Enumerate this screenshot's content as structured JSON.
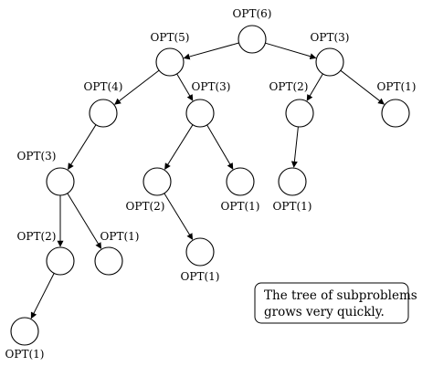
{
  "diagram": {
    "nodes": [
      {
        "id": "n6",
        "label": "OPT(6)"
      },
      {
        "id": "n5",
        "label": "OPT(5)"
      },
      {
        "id": "n3a",
        "label": "OPT(3)"
      },
      {
        "id": "n4",
        "label": "OPT(4)"
      },
      {
        "id": "n3b",
        "label": "OPT(3)"
      },
      {
        "id": "n2a",
        "label": "OPT(2)"
      },
      {
        "id": "n1a",
        "label": "OPT(1)"
      },
      {
        "id": "n3c",
        "label": "OPT(3)"
      },
      {
        "id": "n2b",
        "label": "OPT(2)"
      },
      {
        "id": "n1b",
        "label": "OPT(1)"
      },
      {
        "id": "n1c",
        "label": "OPT(1)"
      },
      {
        "id": "n2c",
        "label": "OPT(2)"
      },
      {
        "id": "n1d",
        "label": "OPT(1)"
      },
      {
        "id": "n1e",
        "label": "OPT(1)"
      },
      {
        "id": "n1f",
        "label": "OPT(1)"
      }
    ],
    "edges": [
      [
        "n6",
        "n5"
      ],
      [
        "n6",
        "n3a"
      ],
      [
        "n5",
        "n4"
      ],
      [
        "n5",
        "n3b"
      ],
      [
        "n3a",
        "n2a"
      ],
      [
        "n3a",
        "n1a"
      ],
      [
        "n4",
        "n3c"
      ],
      [
        "n3b",
        "n2b"
      ],
      [
        "n3b",
        "n1b"
      ],
      [
        "n2a",
        "n1c"
      ],
      [
        "n3c",
        "n2c"
      ],
      [
        "n3c",
        "n1d"
      ],
      [
        "n2b",
        "n1e"
      ],
      [
        "n2c",
        "n1f"
      ]
    ]
  },
  "callout": {
    "line1": "The tree of subproblems",
    "line2": "grows very quickly."
  }
}
